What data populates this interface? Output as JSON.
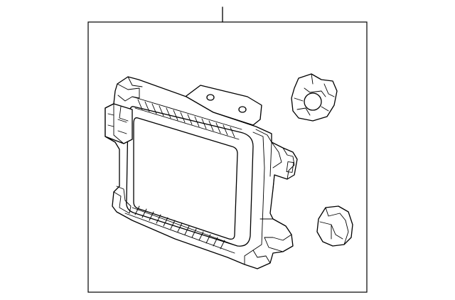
{
  "diagram": {
    "background_color": "#ffffff",
    "line_color": "#000000",
    "parts": [
      {
        "name": "radar-sensor-unit"
      },
      {
        "name": "mounting-bracket"
      },
      {
        "name": "upper-clip"
      },
      {
        "name": "lower-clip"
      }
    ]
  }
}
